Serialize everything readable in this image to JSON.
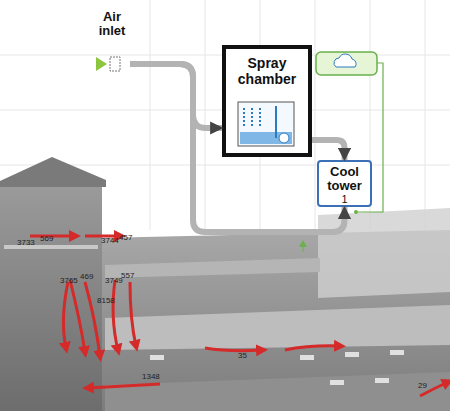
{
  "diagram": {
    "nodes": [
      {
        "text": [
          "Air inlet"
        ]
      },
      {
        "text": [
          "Spray chamber"
        ]
      },
      {
        "text": [
          "Cool tower",
          "1"
        ]
      }
    ],
    "edges": [
      {
        "from": 0,
        "to": 1,
        "arrow": "to"
      },
      {
        "from": 1,
        "to": 2,
        "arrow": "to"
      },
      {
        "from": 0,
        "to": 2,
        "arrow": "to"
      }
    ],
    "labels": [
      "3733",
      "569",
      "3744",
      "457",
      "3765",
      "469",
      "3749",
      "557",
      "8158",
      "35",
      "1348",
      "29"
    ]
  }
}
